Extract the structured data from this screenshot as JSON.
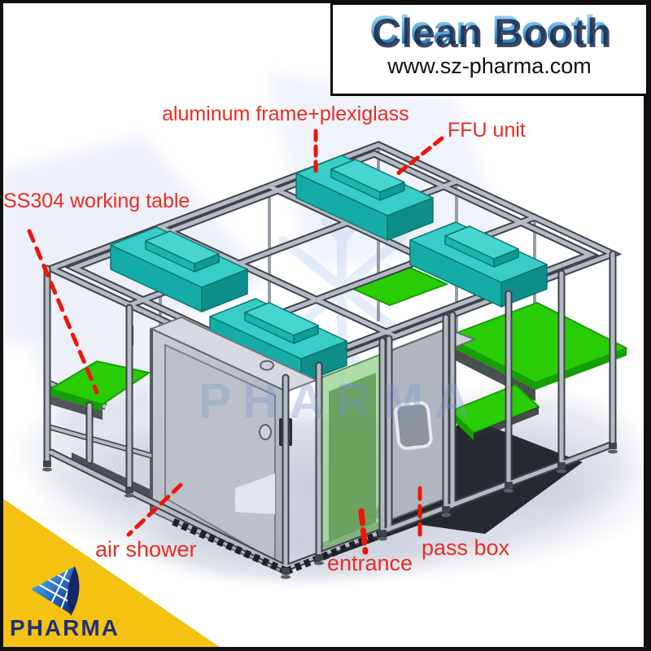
{
  "banner": {
    "title": "Clean Booth",
    "website": "www.sz-pharma.com"
  },
  "callouts": {
    "aluminum_frame": "aluminum frame+plexiglass",
    "ffu_unit": "FFU unit",
    "working_table": "SS304 working table",
    "air_shower": "air shower",
    "entrance": "entrance",
    "pass_box": "pass box"
  },
  "logo": {
    "brand": "PHARMA"
  },
  "watermark": {
    "brand": "PHARMA"
  },
  "colors": {
    "label_red": "#e62e24",
    "leader_red": "#ee1509",
    "title_blue": "#2f86c8",
    "ffu_teal": "#38cdc6",
    "table_green": "#29cd06",
    "frame_gray": "#b6bac2",
    "logo_yellow": "#f4c211",
    "logo_navy": "#232f80"
  }
}
